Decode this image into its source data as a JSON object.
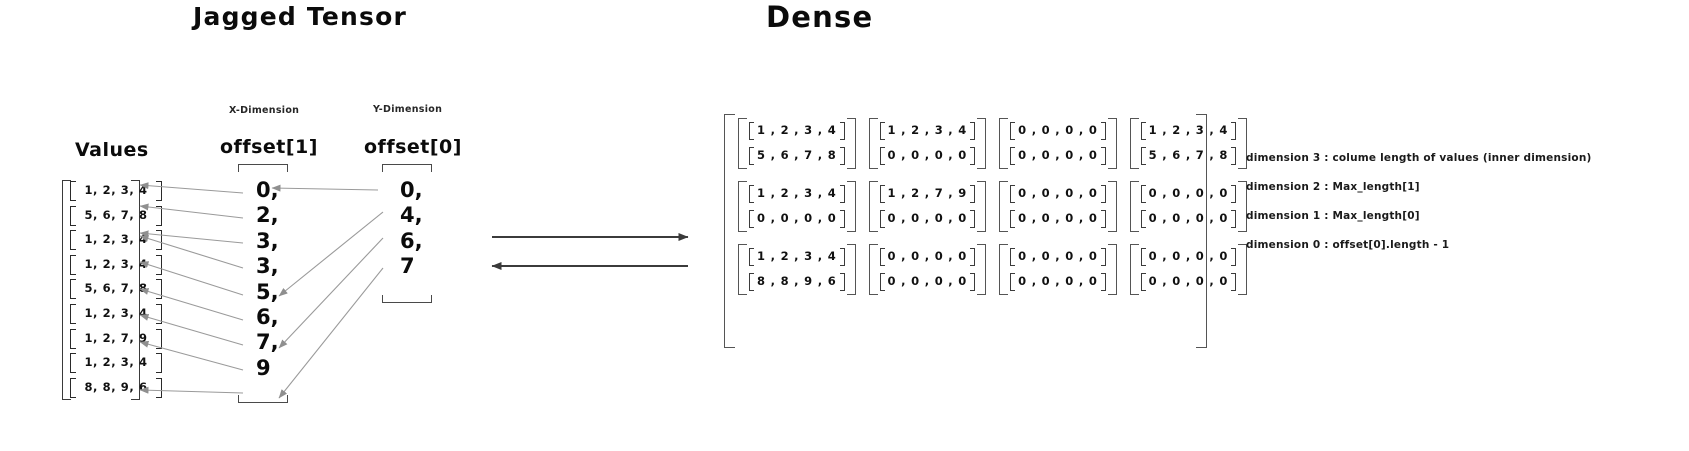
{
  "titles": {
    "jagged": "Jagged Tensor",
    "dense": "Dense"
  },
  "jagged": {
    "values_heading": "Values",
    "values": [
      "1, 2, 3, 4",
      "5, 6, 7, 8",
      "1, 2, 3, 4",
      "1, 2, 3, 4",
      "5, 6, 7, 8",
      "1, 2, 3, 4",
      "1, 2, 7, 9",
      "1, 2, 3, 4",
      "8, 8, 9, 6"
    ],
    "offset1": {
      "caption": "X-Dimension",
      "heading": "offset[1]",
      "values": [
        "0,",
        "2,",
        "3,",
        "3,",
        "5,",
        "6,",
        "7,",
        "9"
      ]
    },
    "offset0": {
      "caption": "Y-Dimension",
      "heading": "offset[0]",
      "values": [
        "0,",
        "4,",
        "6,",
        "7"
      ]
    }
  },
  "dense": {
    "matrices": [
      [
        [
          "1 , 2 , 3 , 4",
          "5 , 6 , 7 , 8"
        ],
        [
          "1 , 2 , 3 , 4",
          "0 , 0 , 0 , 0"
        ],
        [
          "0 , 0 , 0 , 0",
          "0 , 0 , 0 , 0"
        ],
        [
          "1 , 2 , 3 , 4",
          "5 , 6 , 7 , 8"
        ]
      ],
      [
        [
          "1 , 2 , 3 , 4",
          "0 , 0 , 0 , 0"
        ],
        [
          "1 , 2 , 7 , 9",
          "0 , 0 , 0 , 0"
        ],
        [
          "0 , 0 , 0 , 0",
          "0 , 0 , 0 , 0"
        ],
        [
          "0 , 0 , 0 , 0",
          "0 , 0 , 0 , 0"
        ]
      ],
      [
        [
          "1 , 2 , 3 , 4",
          "8 , 8 , 9 , 6"
        ],
        [
          "0 , 0 , 0 , 0",
          "0 , 0 , 0 , 0"
        ],
        [
          "0 , 0 , 0 , 0",
          "0 , 0 , 0 , 0"
        ],
        [
          "0 , 0 , 0 , 0",
          "0 , 0 , 0 , 0"
        ]
      ]
    ]
  },
  "annotations": [
    "dimension 3 : colume length of values (inner dimension)",
    "dimension 2 : Max_length[1]",
    "dimension 1  : Max_length[0]",
    "dimension 0 : offset[0].length - 1"
  ],
  "colors": {
    "ink": "#111111",
    "arrow": "#8a8a8a",
    "bracket": "#4a4a4a"
  }
}
